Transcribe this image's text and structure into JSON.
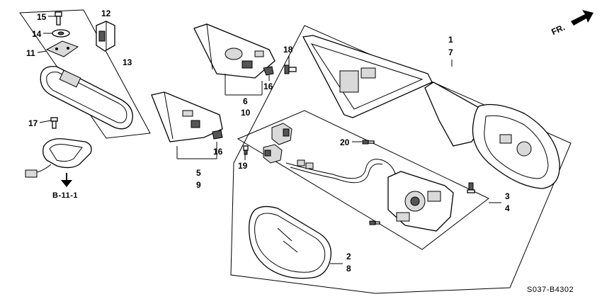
{
  "diagram": {
    "direction_label": "FR.",
    "ref_label": "B-11-1",
    "code": "S037-B4302",
    "callouts": {
      "c1": "1",
      "c7": "7",
      "c2": "2",
      "c8": "8",
      "c3": "3",
      "c4": "4",
      "c5": "5",
      "c9": "9",
      "c6": "6",
      "c10": "10",
      "c11": "11",
      "c12": "12",
      "c13": "13",
      "c14": "14",
      "c15": "15",
      "c16a": "16",
      "c16b": "16",
      "c17": "17",
      "c18": "18",
      "c19": "19",
      "c20": "20"
    }
  }
}
